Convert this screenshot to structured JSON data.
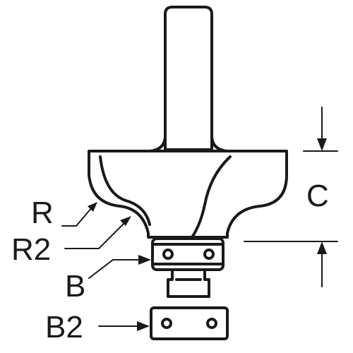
{
  "labels": {
    "r": "R",
    "r2": "R2",
    "b": "B",
    "b2": "B2",
    "c": "C"
  },
  "colors": {
    "line": "#1a1a1a",
    "background": "#ffffff"
  }
}
